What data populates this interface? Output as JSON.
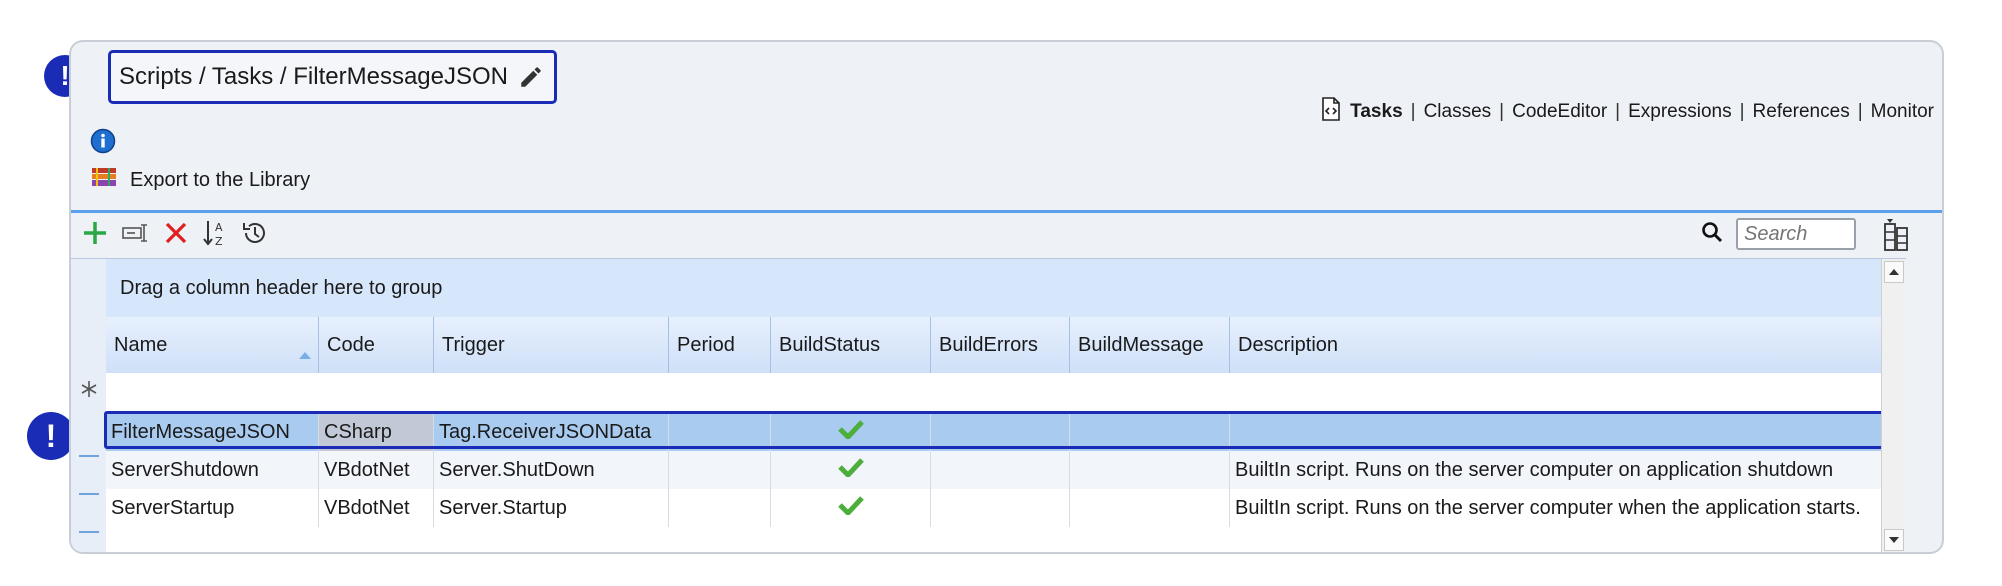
{
  "breadcrumb": "Scripts / Tasks / FilterMessageJSON",
  "nav": {
    "items": [
      "Tasks",
      "Classes",
      "CodeEditor",
      "Expressions",
      "References",
      "Monitor"
    ],
    "active": "Tasks",
    "separator": "|"
  },
  "export_label": "Export to the Library",
  "search": {
    "placeholder": "Search"
  },
  "grid": {
    "group_panel": "Drag a column header here to group",
    "columns": [
      "Name",
      "Code",
      "Trigger",
      "Period",
      "BuildStatus",
      "BuildErrors",
      "BuildMessage",
      "Description"
    ],
    "sort_column": "Name",
    "sort_direction": "ascending",
    "rows": [
      {
        "name": "FilterMessageJSON",
        "code": "CSharp",
        "trigger": "Tag.ReceiverJSONData",
        "period": "",
        "build_status": "ok",
        "build_errors": "",
        "build_message": "",
        "description": "",
        "selected": true
      },
      {
        "name": "ServerShutdown",
        "code": "VBdotNet",
        "trigger": "Server.ShutDown",
        "period": "",
        "build_status": "ok",
        "build_errors": "",
        "build_message": "",
        "description": "BuiltIn script. Runs on the server computer on application shutdown",
        "selected": false
      },
      {
        "name": "ServerStartup",
        "code": "VBdotNet",
        "trigger": "Server.Startup",
        "period": "",
        "build_status": "ok",
        "build_errors": "",
        "build_message": "",
        "description": "BuiltIn script. Runs on the server computer when the application starts.",
        "selected": false
      }
    ]
  },
  "markers": [
    "!",
    "!"
  ],
  "colors": {
    "accent": "#1a2bb5",
    "check": "#4caf3c",
    "add": "#2aa845",
    "delete": "#e02020"
  },
  "icons": [
    "pencil-icon",
    "info-icon",
    "library-export-icon",
    "code-file-icon",
    "add-icon",
    "rename-icon",
    "delete-icon",
    "sort-icon",
    "history-icon",
    "search-icon",
    "column-chooser-icon",
    "new-row-icon",
    "check-icon",
    "scroll-up-icon",
    "scroll-down-icon"
  ]
}
